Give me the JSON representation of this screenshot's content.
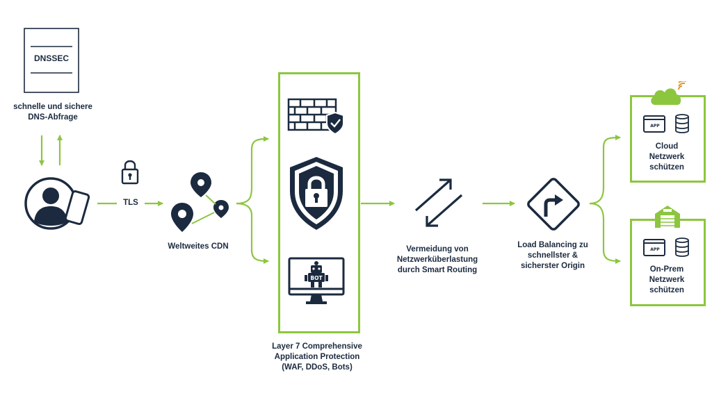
{
  "colors": {
    "navy": "#1b2a3f",
    "green": "#8cc63f",
    "white": "#ffffff"
  },
  "dnssec": {
    "doc_label": "DNSSEC",
    "caption": "schnelle und sichere\nDNS-Abfrage"
  },
  "user": {
    "icon": "user-with-phone-icon"
  },
  "tls": {
    "label": "TLS",
    "icon": "padlock-icon"
  },
  "cdn": {
    "caption": "Weltweites CDN",
    "icon": "map-pins-icon"
  },
  "protection": {
    "caption": "Layer 7 Comprehensive\nApplication Protection\n(WAF, DDoS, Bots)",
    "icons": [
      "firewall-wall-icon",
      "shield-lock-icon",
      "bot-monitor-icon"
    ],
    "bot_text": "BOT"
  },
  "routing": {
    "caption": "Vermeidung von\nNetzwerküberlastung\ndurch Smart Routing",
    "icon": "swap-arrows-icon"
  },
  "loadbalancing": {
    "caption": "Load Balancing zu\nschnellster &\nsicherster Origin",
    "icon": "turn-right-sign-icon"
  },
  "cloud": {
    "caption": "Cloud\nNetzwerk\nschützen",
    "app_label": "APP",
    "icons": [
      "cloud-wifi-icon",
      "app-window-icon",
      "database-icon"
    ]
  },
  "onprem": {
    "caption": "On-Prem\nNetzwerk\nschützen",
    "app_label": "APP",
    "icons": [
      "building-icon",
      "app-window-icon",
      "database-icon"
    ]
  }
}
